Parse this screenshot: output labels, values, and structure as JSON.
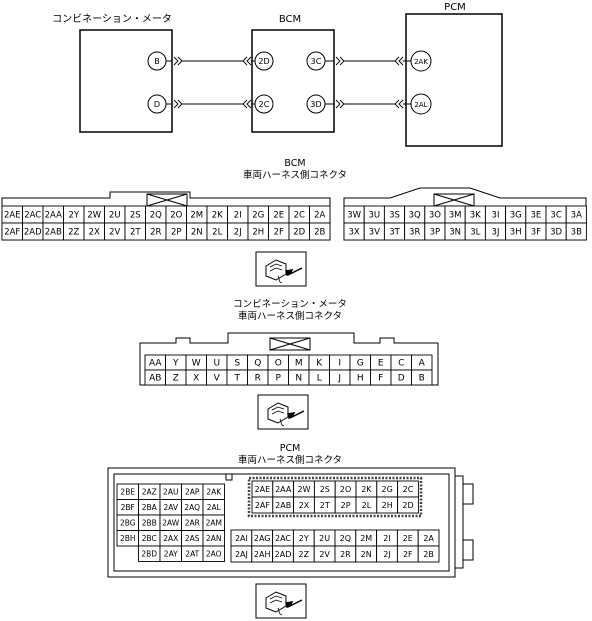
{
  "wiring": {
    "meter_title": "コンビネーション・メータ",
    "bcm_title": "BCM",
    "pcm_title": "PCM",
    "meter_pins": [
      "B",
      "D"
    ],
    "bcm_left_pins": [
      "2D",
      "2C"
    ],
    "bcm_right_pins": [
      "3C",
      "3D"
    ],
    "pcm_pins": [
      "2AK",
      "2AL"
    ]
  },
  "bcm_connector": {
    "title_line1": "BCM",
    "title_line2": "車両ハーネス側コネクタ",
    "left_row1": [
      "2AE",
      "2AC",
      "2AA",
      "2Y",
      "2W",
      "2U",
      "2S",
      "2Q",
      "2O",
      "2M",
      "2K",
      "2I",
      "2G",
      "2E",
      "2C",
      "2A"
    ],
    "left_row2": [
      "2AF",
      "2AD",
      "2AB",
      "2Z",
      "2X",
      "2V",
      "2T",
      "2R",
      "2P",
      "2N",
      "2L",
      "2J",
      "2H",
      "2F",
      "2D",
      "2B"
    ],
    "right_row1": [
      "3W",
      "3U",
      "3S",
      "3Q",
      "3O",
      "3M",
      "3K",
      "3I",
      "3G",
      "3E",
      "3C",
      "3A"
    ],
    "right_row2": [
      "3X",
      "3V",
      "3T",
      "3R",
      "3P",
      "3N",
      "3L",
      "3J",
      "3H",
      "3F",
      "3D",
      "3B"
    ]
  },
  "meter_connector": {
    "title_line1": "コンビネーション・メータ",
    "title_line2": "車両ハーネス側コネクタ",
    "row1": [
      "AA",
      "Y",
      "W",
      "U",
      "S",
      "Q",
      "O",
      "M",
      "K",
      "I",
      "G",
      "E",
      "C",
      "A"
    ],
    "row2": [
      "AB",
      "Z",
      "X",
      "V",
      "T",
      "R",
      "P",
      "N",
      "L",
      "J",
      "H",
      "F",
      "D",
      "B"
    ]
  },
  "pcm_connector": {
    "title_line1": "PCM",
    "title_line2": "車両ハーネス側コネクタ",
    "left_block": [
      [
        "2BE",
        "2AZ",
        "2AU",
        "2AP",
        "2AK"
      ],
      [
        "2BF",
        "2BA",
        "2AV",
        "2AQ",
        "2AL"
      ],
      [
        "2BG",
        "2BB",
        "2AW",
        "2AR",
        "2AM"
      ],
      [
        "2BH",
        "2BC",
        "2AX",
        "2AS",
        "2AN"
      ],
      [
        "",
        "2BD",
        "2AY",
        "2AT",
        "2AO"
      ]
    ],
    "top_block": [
      [
        "2AE",
        "2AA",
        "2W",
        "2S",
        "2O",
        "2K",
        "2G",
        "2C"
      ],
      [
        "2AF",
        "2AB",
        "2X",
        "2T",
        "2P",
        "2L",
        "2H",
        "2D"
      ]
    ],
    "bottom_block": [
      [
        "2AI",
        "2AG",
        "2AC",
        "2Y",
        "2U",
        "2Q",
        "2M",
        "2I",
        "2E",
        "2A"
      ],
      [
        "2AJ",
        "2AH",
        "2AD",
        "2Z",
        "2V",
        "2R",
        "2N",
        "2J",
        "2F",
        "2B"
      ]
    ]
  },
  "icons": [
    "connector-face-view-icon",
    "connector-face-view-icon",
    "connector-face-view-icon"
  ]
}
